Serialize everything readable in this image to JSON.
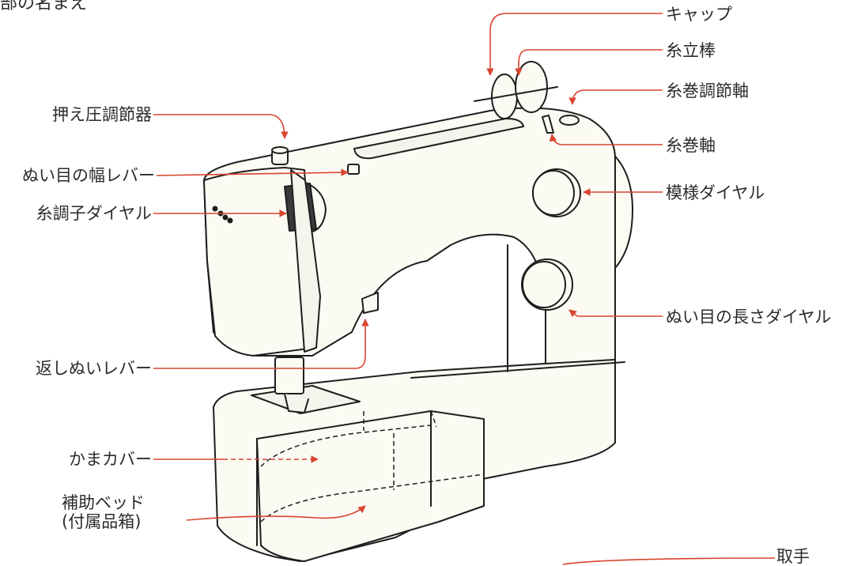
{
  "heading": "部の名まえ",
  "labels": {
    "cap": "キャップ",
    "spool_pin": "糸立棒",
    "bobbin_winder_stopper": "糸巻調節軸",
    "bobbin_winder_spindle": "糸巻軸",
    "pattern_dial": "模様ダイヤル",
    "stitch_length_dial": "ぬい目の長さダイヤル",
    "presser_pressure": "押え圧調節器",
    "stitch_width_lever": "ぬい目の幅レバー",
    "thread_tension_dial": "糸調子ダイヤル",
    "reverse_lever": "返しぬいレバー",
    "hook_cover": "かまカバー",
    "extension_table_line1": "補助ベッド",
    "extension_table_line2": "(付属品箱)",
    "handle": "取手"
  },
  "colors": {
    "leader": "#d9452f",
    "outline": "#1e1e1e",
    "machine_fill": "#fbfaf3"
  }
}
